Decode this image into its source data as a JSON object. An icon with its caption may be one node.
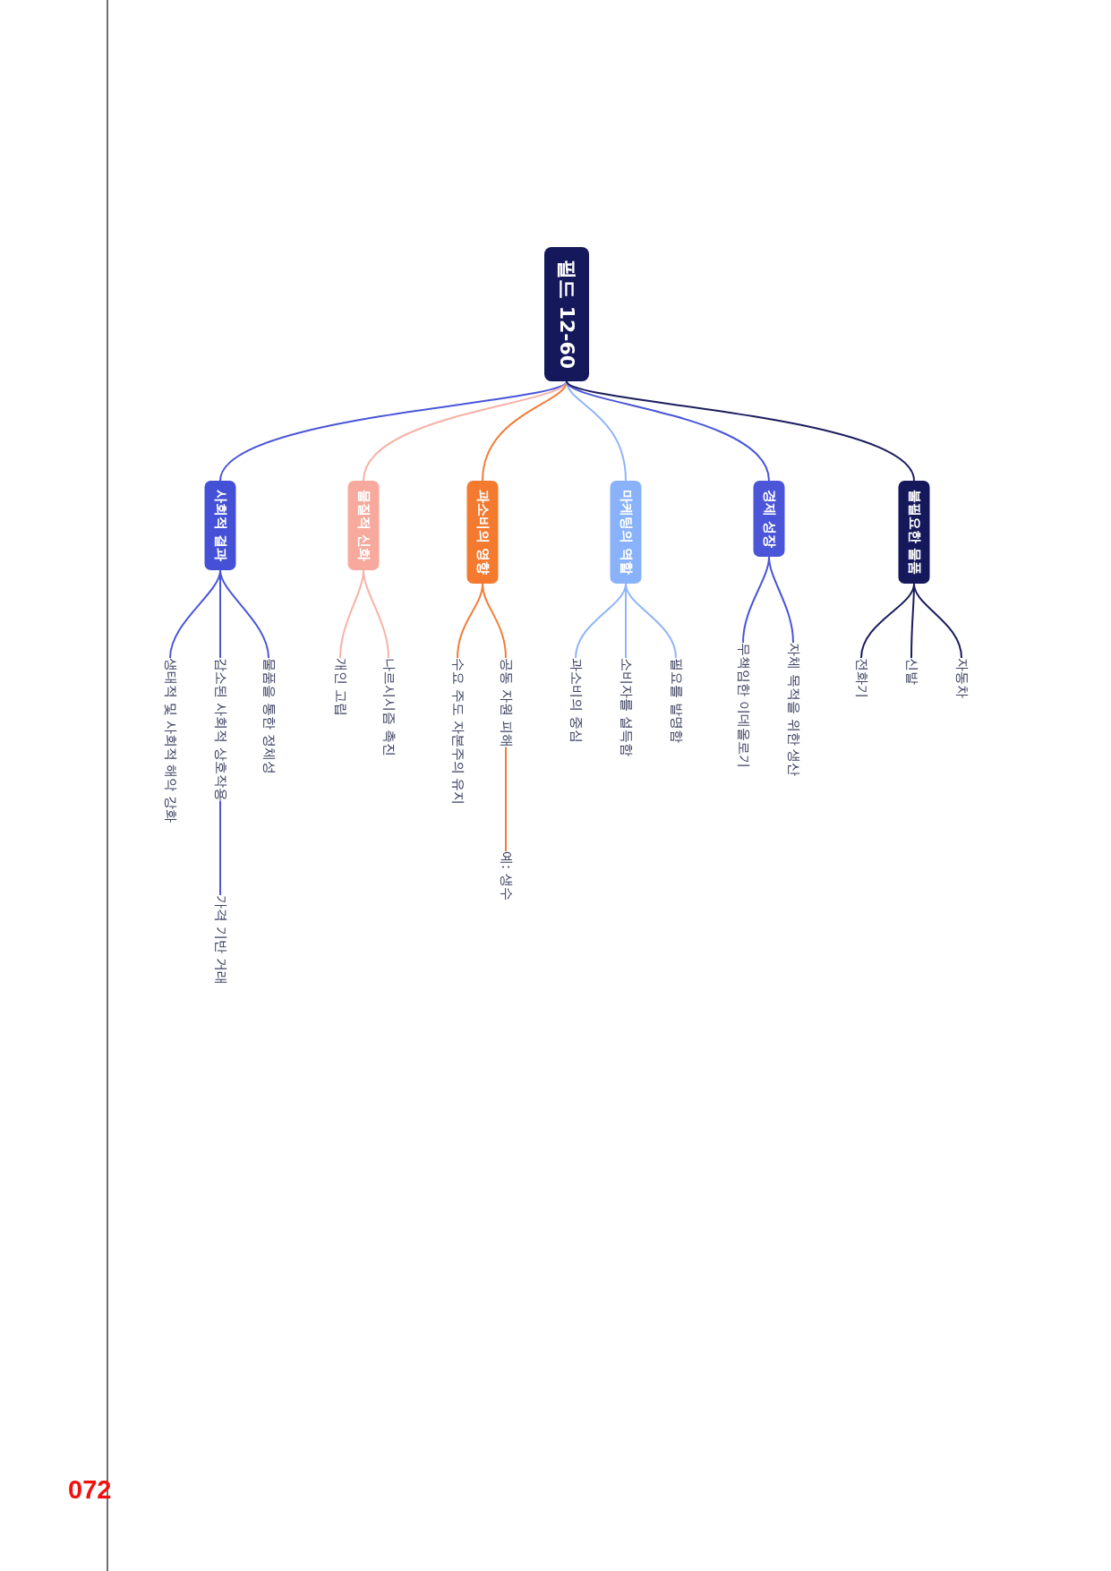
{
  "diagram": {
    "nodes": [
      {
        "text": [
          "필드 12-60"
        ]
      },
      {
        "text": [
          "사회적 결과"
        ]
      },
      {
        "text": [
          "물질적 신화"
        ]
      },
      {
        "text": [
          "과소비의 영향"
        ]
      },
      {
        "text": [
          "마케팅의 역할"
        ]
      },
      {
        "text": [
          "경제 성장"
        ]
      },
      {
        "text": [
          "불필요한 물품"
        ]
      },
      {
        "text": [
          "생태적 및 사회적 해악 강화"
        ]
      },
      {
        "text": [
          "감소된 사회적 상호작용"
        ]
      },
      {
        "text": [
          "가격 기반 거래"
        ]
      },
      {
        "text": [
          "물품을 통한 정체성"
        ]
      },
      {
        "text": [
          "개인 고립"
        ]
      },
      {
        "text": [
          "나르시시즘 촉진"
        ]
      },
      {
        "text": [
          "수요 주도 자본주의 유지"
        ]
      },
      {
        "text": [
          "공동 자원 피해"
        ]
      },
      {
        "text": [
          "예: 생수"
        ]
      },
      {
        "text": [
          "과소비의 중심"
        ]
      },
      {
        "text": [
          "소비자를 설득함"
        ]
      },
      {
        "text": [
          "필요를 발명함"
        ]
      },
      {
        "text": [
          "무책임한 이데올로기"
        ]
      },
      {
        "text": [
          "자체 목적을 위한 생산"
        ]
      },
      {
        "text": [
          "전화기"
        ]
      },
      {
        "text": [
          "신발"
        ]
      },
      {
        "text": [
          "자동차"
        ]
      }
    ],
    "edges": [
      {
        "from": 0,
        "to": 1,
        "arrow": "none",
        "color": "#4a55d8"
      },
      {
        "from": 0,
        "to": 2,
        "arrow": "none",
        "color": "#f6b2a6"
      },
      {
        "from": 0,
        "to": 3,
        "arrow": "none",
        "color": "#f47c38"
      },
      {
        "from": 0,
        "to": 4,
        "arrow": "none",
        "color": "#8fb4f8"
      },
      {
        "from": 0,
        "to": 5,
        "arrow": "none",
        "color": "#4a55d8"
      },
      {
        "from": 0,
        "to": 6,
        "arrow": "none",
        "color": "#1a1d5c"
      },
      {
        "from": 1,
        "to": 7,
        "arrow": "none",
        "color": "#4a55d8"
      },
      {
        "from": 1,
        "to": 8,
        "arrow": "none",
        "color": "#4a55d8"
      },
      {
        "from": 8,
        "to": 9,
        "arrow": "none",
        "color": "#4a55d8"
      },
      {
        "from": 1,
        "to": 10,
        "arrow": "none",
        "color": "#4a55d8"
      },
      {
        "from": 2,
        "to": 11,
        "arrow": "none",
        "color": "#f6b2a6"
      },
      {
        "from": 2,
        "to": 12,
        "arrow": "none",
        "color": "#f6b2a6"
      },
      {
        "from": 3,
        "to": 13,
        "arrow": "none",
        "color": "#f47c38"
      },
      {
        "from": 3,
        "to": 14,
        "arrow": "none",
        "color": "#f47c38"
      },
      {
        "from": 14,
        "to": 15,
        "arrow": "none",
        "color": "#f47c38"
      },
      {
        "from": 4,
        "to": 16,
        "arrow": "none",
        "color": "#8fb4f8"
      },
      {
        "from": 4,
        "to": 17,
        "arrow": "none",
        "color": "#8fb4f8"
      },
      {
        "from": 4,
        "to": 18,
        "arrow": "none",
        "color": "#8fb4f8"
      },
      {
        "from": 5,
        "to": 19,
        "arrow": "none",
        "color": "#4a55d8"
      },
      {
        "from": 5,
        "to": 20,
        "arrow": "none",
        "color": "#4a55d8"
      },
      {
        "from": 6,
        "to": 21,
        "arrow": "none",
        "color": "#1a1d5c"
      },
      {
        "from": 6,
        "to": 22,
        "arrow": "none",
        "color": "#1a1d5c"
      },
      {
        "from": 6,
        "to": 23,
        "arrow": "none",
        "color": "#1a1d5c"
      }
    ],
    "labels": [
      "072"
    ]
  }
}
